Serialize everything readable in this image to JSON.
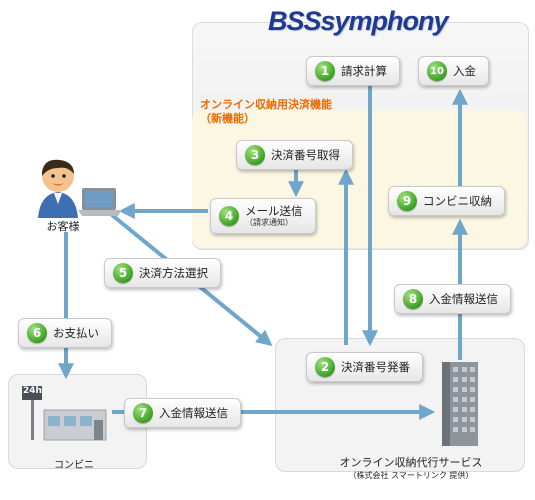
{
  "logo": "BSSsymphony",
  "new_feature": {
    "title": "オンライン収納用決済機能",
    "subtitle": "（新機能）"
  },
  "steps": [
    {
      "num": "1",
      "label": "請求計算"
    },
    {
      "num": "2",
      "label": "決済番号発番"
    },
    {
      "num": "3",
      "label": "決済番号取得"
    },
    {
      "num": "4",
      "label": "メール送信",
      "sub": "（請求通知）"
    },
    {
      "num": "5",
      "label": "決済方法選択"
    },
    {
      "num": "6",
      "label": "お支払い"
    },
    {
      "num": "7",
      "label": "入金情報送信"
    },
    {
      "num": "8",
      "label": "入金情報送信"
    },
    {
      "num": "9",
      "label": "コンビニ収納"
    },
    {
      "num": "10",
      "label": "入金"
    }
  ],
  "actors": {
    "customer": "お客様",
    "store": "コンビニ",
    "store_sign": "24h",
    "service": "オンライン収納代行サービス",
    "service_provider": "（株式会社 スマートリンク 提供）"
  },
  "colors": {
    "arrow": "#6fa6c9",
    "badge": "#3da022",
    "accent": "#ee6a00",
    "logo": "#1f3a8f"
  }
}
